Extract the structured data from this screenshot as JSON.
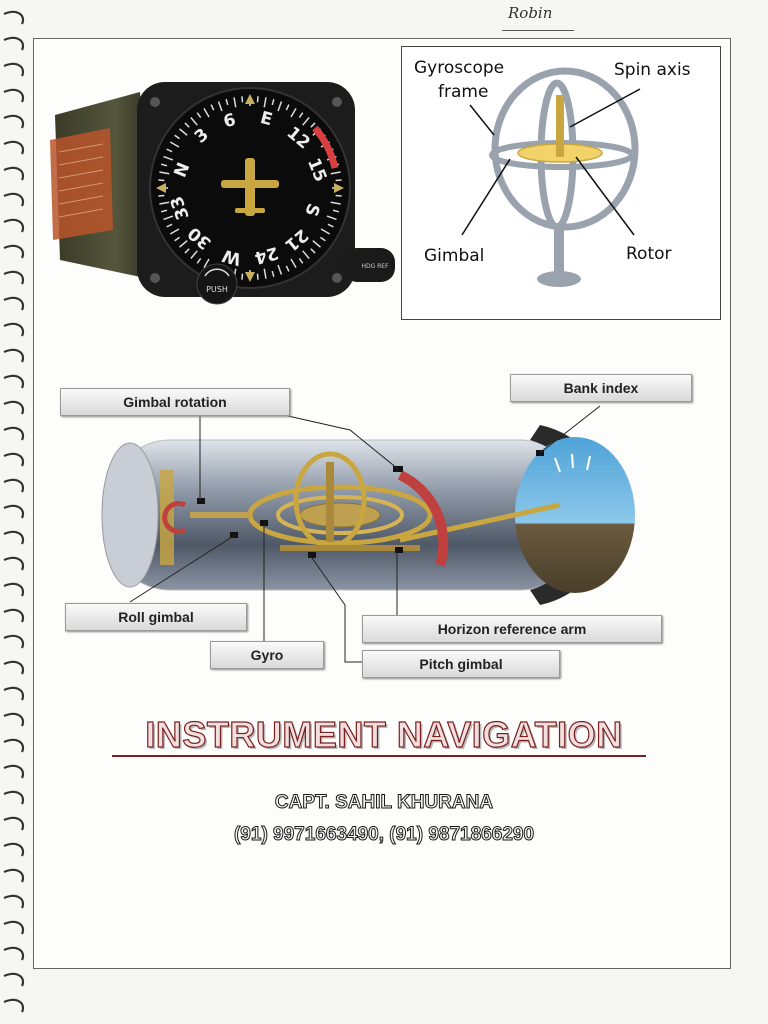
{
  "handwritten_note": "Robin",
  "heading_indicator": {
    "card_labels": [
      "N",
      "3",
      "6",
      "E",
      "12",
      "15",
      "S",
      "21",
      "24",
      "W",
      "30",
      "33"
    ],
    "push_label": "PUSH",
    "knob_label": "HDG REF"
  },
  "gyroscope_diagram": {
    "labels": {
      "frame": "Gyroscope frame",
      "spin_axis": "Spin axis",
      "gimbal": "Gimbal",
      "rotor": "Rotor"
    }
  },
  "attitude_diagram": {
    "callouts": {
      "gimbal_rotation": "Gimbal rotation",
      "bank_index": "Bank index",
      "roll_gimbal": "Roll gimbal",
      "gyro": "Gyro",
      "horizon_reference_arm": "Horizon reference arm",
      "pitch_gimbal": "Pitch gimbal"
    }
  },
  "title": "INSTRUMENT NAVIGATION",
  "author": {
    "name": "CAPT. SAHIL KHURANA",
    "phones": "(91) 9971663490, (91) 9871866290"
  }
}
